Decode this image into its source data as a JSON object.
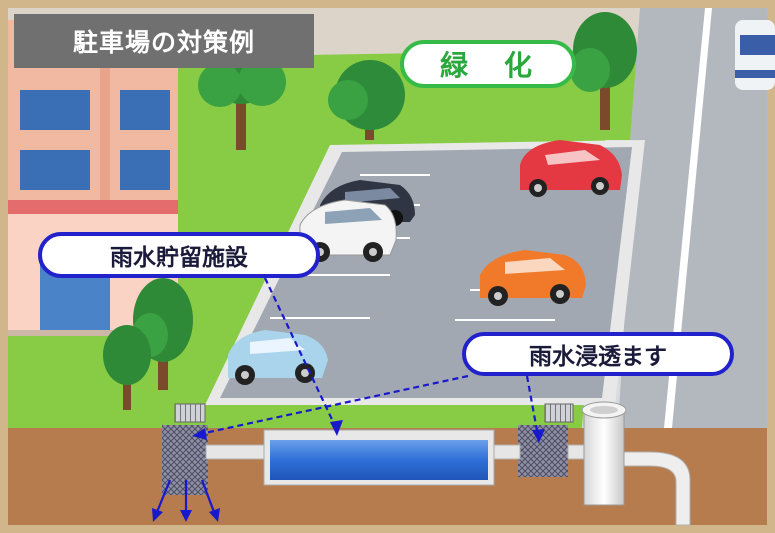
{
  "title": "駐車場の対策例",
  "labels": {
    "greening": "緑　化",
    "storage_facility": "雨水貯留施設",
    "infiltration_basin": "雨水浸透ます"
  },
  "colors": {
    "frame": "#d1b68c",
    "sky": "#d8d0c4",
    "grass": "#88cb44",
    "parking_lot": "#a2a8b2",
    "soil": "#b77c4e",
    "building": "#f2b9a2",
    "pipe": "#e6e6e6",
    "storage_water": "#2f6fd8",
    "greening_border": "#36bb49",
    "callout_border": "#2222cc",
    "arrow": "#1919cc",
    "title_bg": "#707070"
  },
  "cars": [
    {
      "color": "#e43942",
      "name": "red-car"
    },
    {
      "color": "#2f3542",
      "name": "dark-car"
    },
    {
      "color": "#f4f4f4",
      "name": "white-car"
    },
    {
      "color": "#f07a2a",
      "name": "orange-car"
    },
    {
      "color": "#a9d4ec",
      "name": "light-blue-car"
    }
  ]
}
